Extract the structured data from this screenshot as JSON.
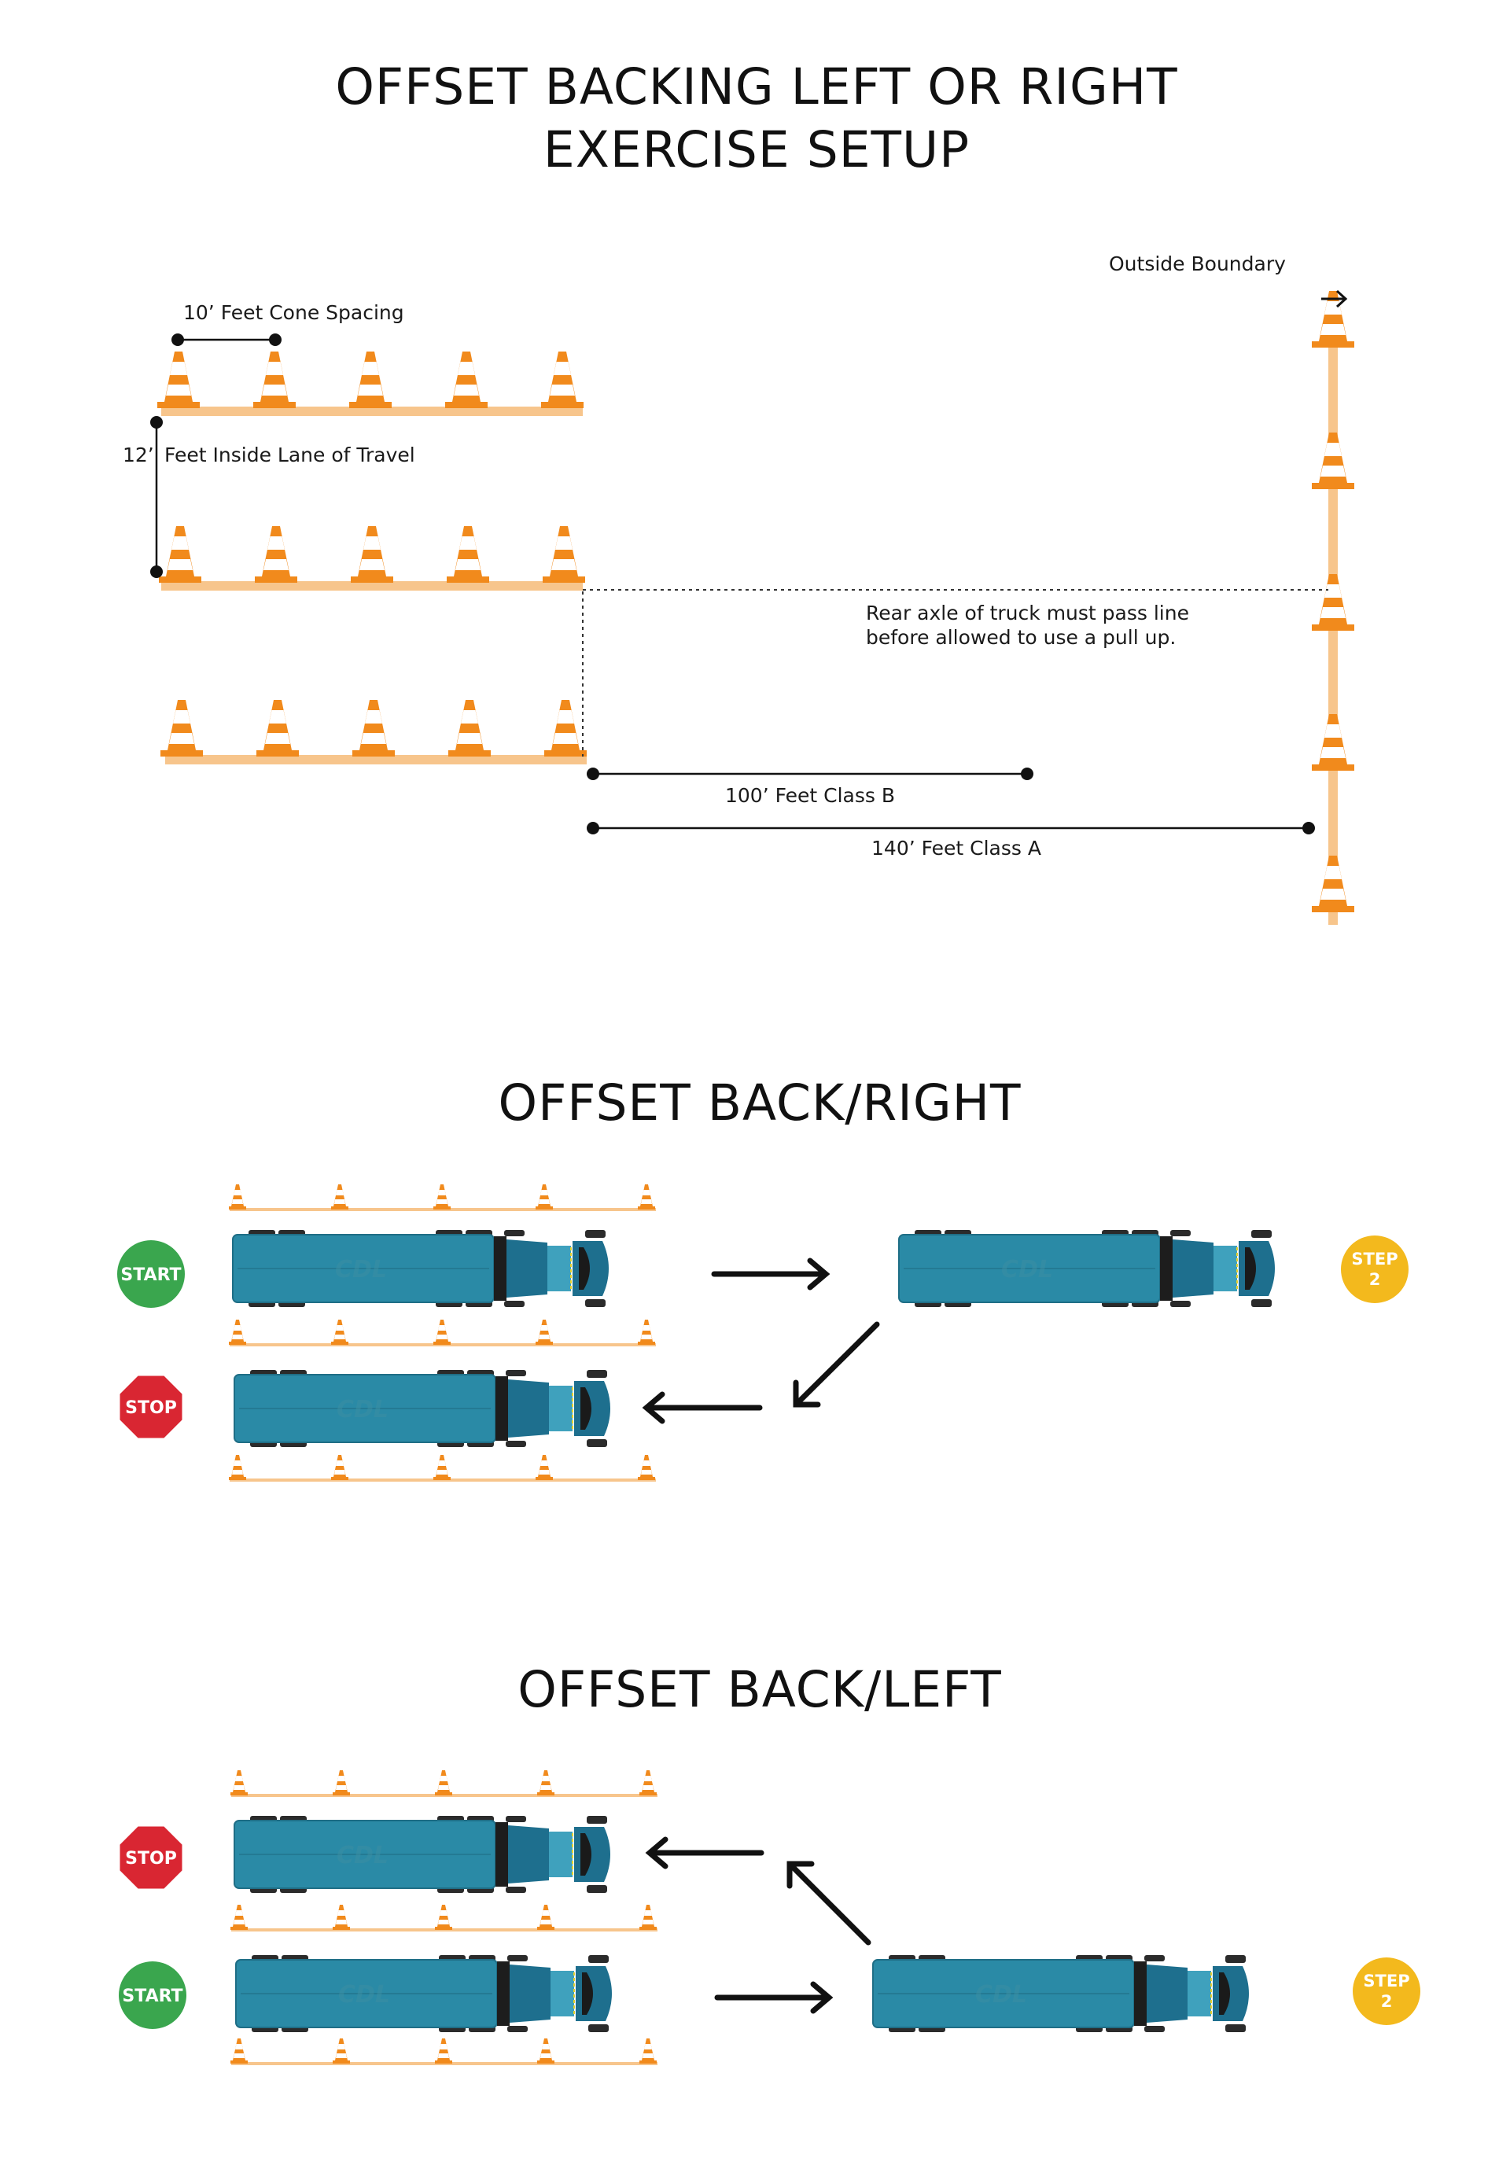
{
  "setup": {
    "title_line1": "OFFSET BACKING LEFT OR RIGHT",
    "title_line2": "EXERCISE SETUP",
    "cone_spacing": "10’ Feet Cone Spacing",
    "lane_width_value": "12’",
    "lane_width_label": "Feet Inside Lane of Travel",
    "outside_boundary": "Outside Boundary",
    "rear_axle_line1": "Rear axle of truck must pass line",
    "rear_axle_line2": "before allowed to use a pull up.",
    "class_b": "100’ Feet Class B",
    "class_a": "140’ Feet Class A"
  },
  "right": {
    "title": "OFFSET BACK/RIGHT",
    "start": "START",
    "stop": "STOP",
    "step_word": "STEP",
    "step_num": "2"
  },
  "left": {
    "title": "OFFSET BACK/LEFT",
    "start": "START",
    "stop": "STOP",
    "step_word": "STEP",
    "step_num": "2"
  },
  "logo": "CDL",
  "colors": {
    "cone": "#f18a1c",
    "lane": "#f7c58c",
    "truck": "#2a8aa6",
    "start": "#3aa64e",
    "stop": "#d92632",
    "step": "#f3b91d"
  }
}
